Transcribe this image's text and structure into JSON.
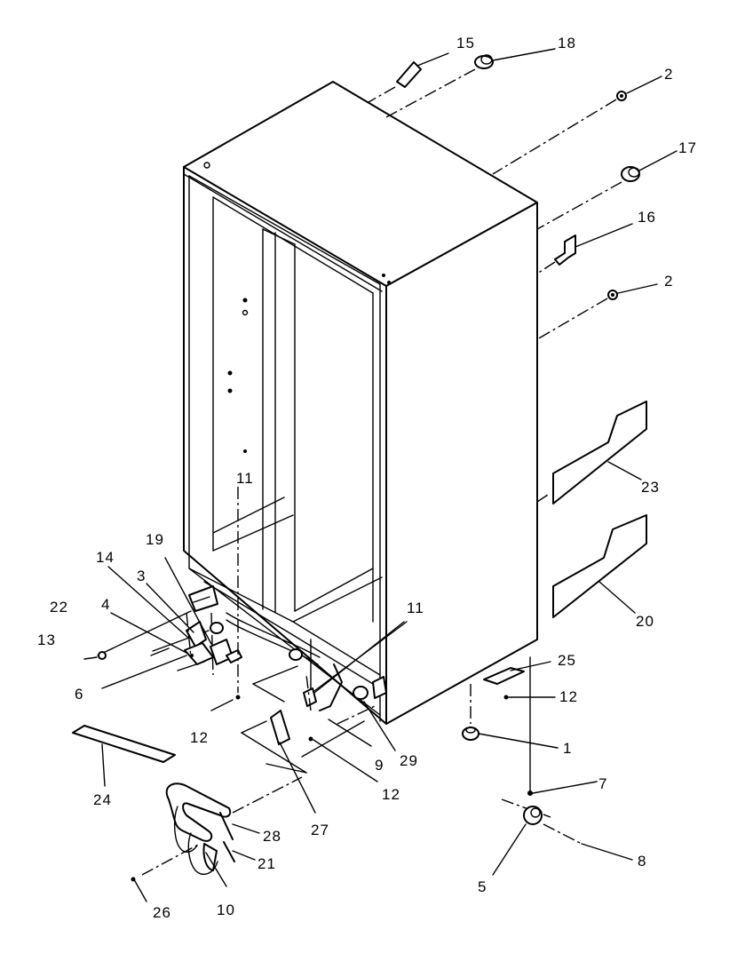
{
  "callouts": [
    {
      "id": "15",
      "text": "15"
    },
    {
      "id": "18",
      "text": "18"
    },
    {
      "id": "2a",
      "text": "2"
    },
    {
      "id": "17",
      "text": "17"
    },
    {
      "id": "16",
      "text": "16"
    },
    {
      "id": "2b",
      "text": "2"
    },
    {
      "id": "23",
      "text": "23"
    },
    {
      "id": "20",
      "text": "20"
    },
    {
      "id": "11a",
      "text": "11"
    },
    {
      "id": "19",
      "text": "19"
    },
    {
      "id": "14",
      "text": "14"
    },
    {
      "id": "3",
      "text": "3"
    },
    {
      "id": "4",
      "text": "4"
    },
    {
      "id": "22",
      "text": "22"
    },
    {
      "id": "13",
      "text": "13"
    },
    {
      "id": "6",
      "text": "6"
    },
    {
      "id": "12a",
      "text": "12"
    },
    {
      "id": "11b",
      "text": "11"
    },
    {
      "id": "25",
      "text": "25"
    },
    {
      "id": "12b",
      "text": "12"
    },
    {
      "id": "1",
      "text": "1"
    },
    {
      "id": "29",
      "text": "29"
    },
    {
      "id": "9",
      "text": "9"
    },
    {
      "id": "12c",
      "text": "12"
    },
    {
      "id": "7",
      "text": "7"
    },
    {
      "id": "24",
      "text": "24"
    },
    {
      "id": "27",
      "text": "27"
    },
    {
      "id": "28",
      "text": "28"
    },
    {
      "id": "21",
      "text": "21"
    },
    {
      "id": "8",
      "text": "8"
    },
    {
      "id": "5",
      "text": "5"
    },
    {
      "id": "26",
      "text": "26"
    },
    {
      "id": "10",
      "text": "10"
    }
  ]
}
